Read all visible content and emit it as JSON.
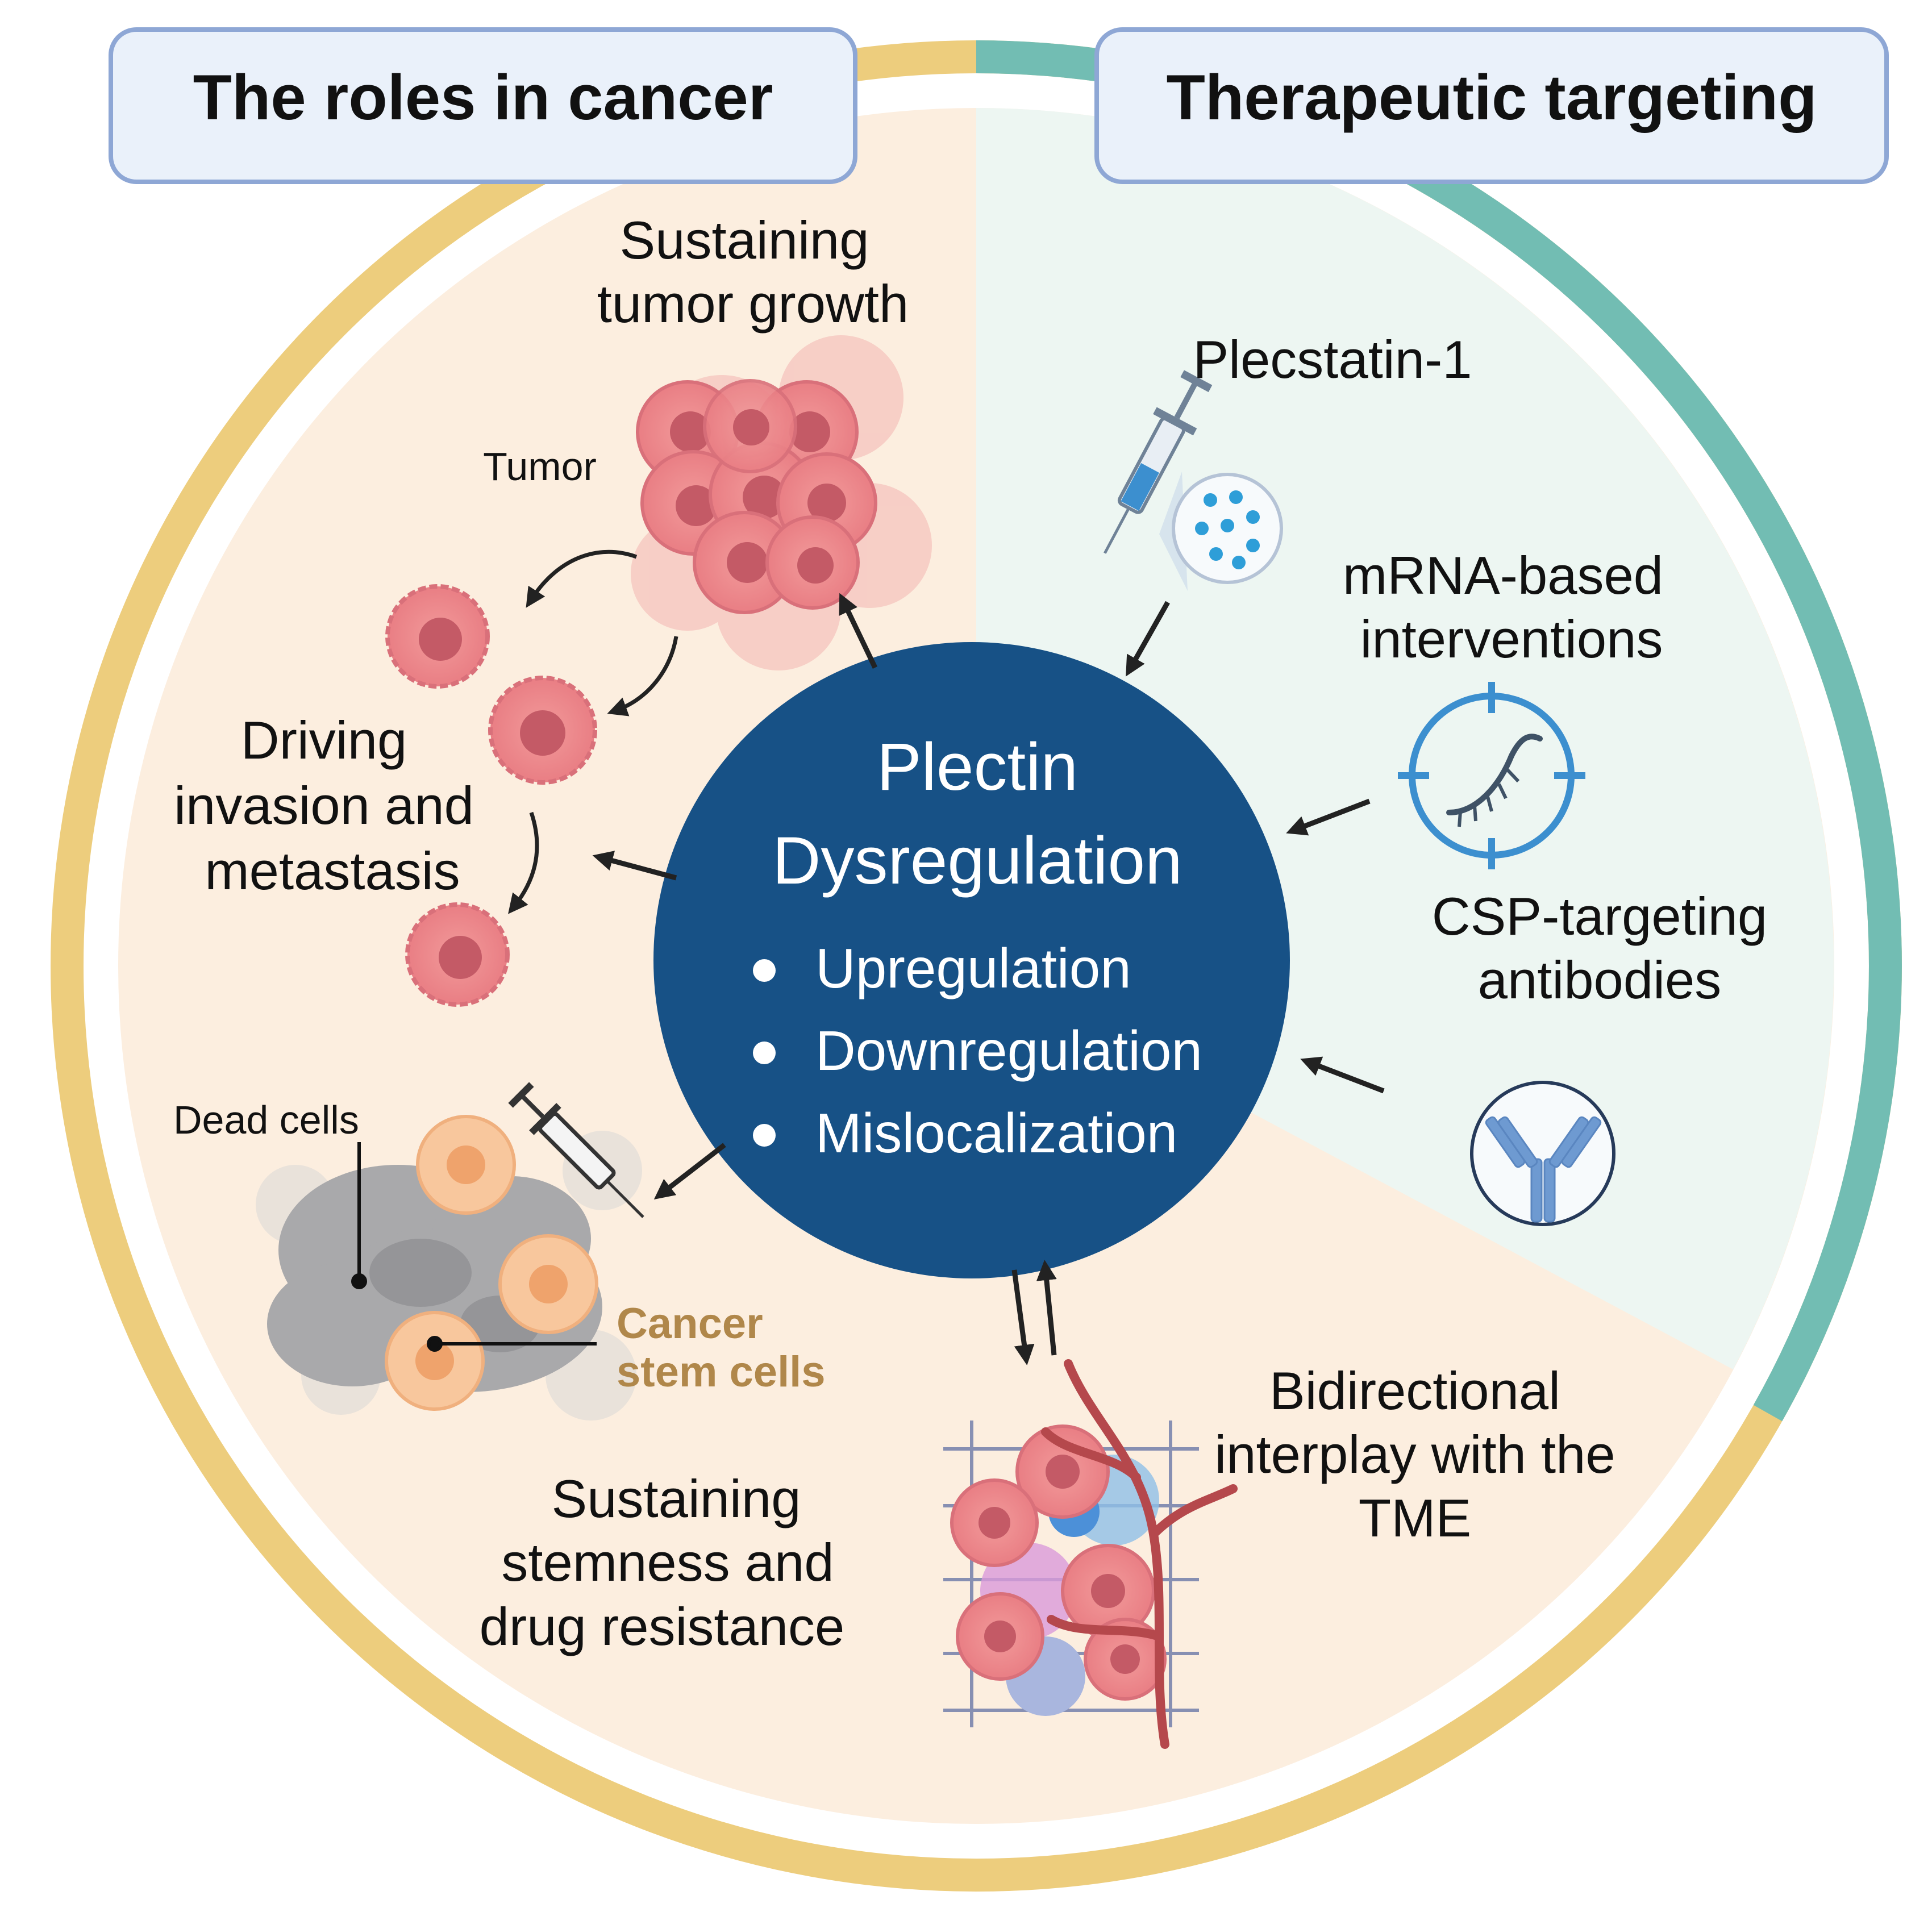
{
  "headers": {
    "left": "The roles in cancer",
    "right": "Therapeutic targeting"
  },
  "center": {
    "title_line1": "Plectin",
    "title_line2": "Dysregulation",
    "bullets": [
      "Upregulation",
      "Downregulation",
      "Mislocalization"
    ]
  },
  "roles": {
    "growth": [
      "Sustaining",
      "tumor growth"
    ],
    "tumor_label": "Tumor",
    "invasion": [
      "Driving",
      "invasion and",
      "metastasis"
    ],
    "dead_cells_label": "Dead cells",
    "csc_label": [
      "Cancer",
      "stem cells"
    ],
    "stemness": [
      "Sustaining",
      "stemness and",
      "drug resistance"
    ],
    "tme": [
      "Bidirectional",
      "interplay with the",
      "TME"
    ]
  },
  "therapy": {
    "plecstatin": "Plecstatin-1",
    "mrna": [
      "mRNA-based",
      "interventions"
    ],
    "csp": [
      "CSP-targeting",
      "antibodies"
    ]
  },
  "colors": {
    "ring_left": "#EDCD7D",
    "ring_right": "#72BDB3",
    "bg_left": "#FCEEDF",
    "bg_right": "#EDF6F2",
    "center_fill": "#175186",
    "header_fill": "#EAF1FA",
    "header_border": "#8EA7D5",
    "csc_text": "#B0874A",
    "icon_blue": "#3C8FCF"
  }
}
